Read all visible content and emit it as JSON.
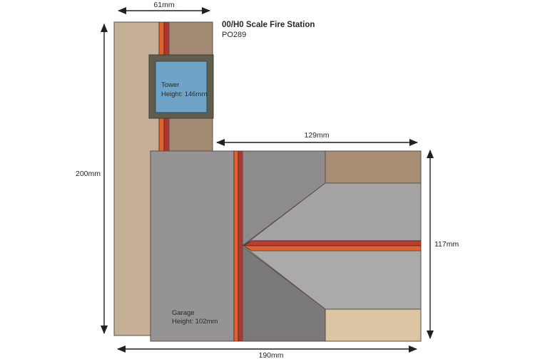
{
  "header": {
    "title": "00/H0 Scale Fire Station",
    "product_code": "PO289"
  },
  "annotations": {
    "tower": {
      "name": "Tower",
      "height": "Height: 146mm"
    },
    "garage": {
      "name": "Garage",
      "height": "Height: 102mm"
    }
  },
  "dimensions": {
    "top_width": "61mm",
    "left_height": "200mm",
    "roof_width": "129mm",
    "right_depth": "117mm",
    "bottom_width": "190mm"
  },
  "colors": {
    "background": "#ffffff",
    "wall_tan": "#c5af97",
    "wall_brown": "#a28a73",
    "rear_band_brown": "#a78e75",
    "base_tan_light": "#dcc5a3",
    "stripe_orange": "#e2612c",
    "stripe_red": "#b53331",
    "ridge_red": "#c23a2c",
    "ridge_orange": "#e2612c",
    "tower_frame": "#605d4d",
    "tower_blue": "#6fa3c7",
    "garage_gray": "#959394",
    "roof_gray_dark": "#8d8b8c",
    "roof_gray_light": "#a5a3a4",
    "roof_gray_lighter": "#abaaa9",
    "roof_gray_shadow": "#7b797a",
    "dimension_ink": "#231f20",
    "label_ink": "#2b2724"
  }
}
